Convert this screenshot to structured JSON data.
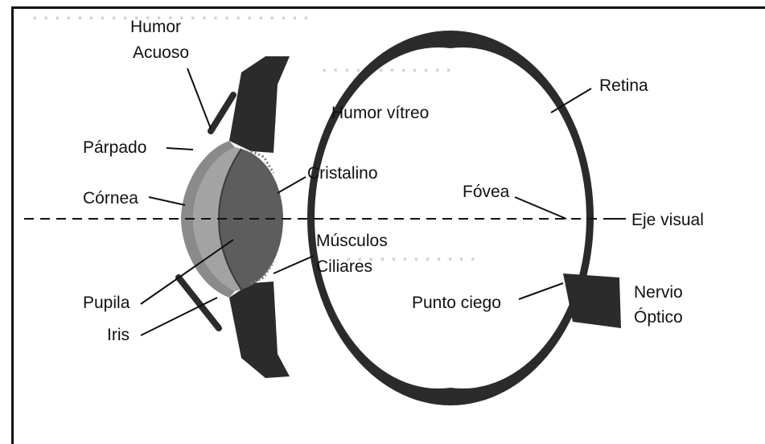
{
  "diagram": {
    "labels": {
      "humor_acuoso_1": "Humor",
      "humor_acuoso_2": "Acuoso",
      "parpado": "Párpado",
      "cornea": "Córnea",
      "pupila": "Pupila",
      "iris": "Iris",
      "humor_vitreo": "Humor vítreo",
      "cristalino": "Cristalino",
      "musculos_1": "Músculos",
      "musculos_2": "Ciliares",
      "retina": "Retina",
      "fovea": "Fóvea",
      "eje_visual": "Eje visual",
      "punto_ciego": "Punto ciego",
      "nervio_1": "Nervio",
      "nervio_2": "Óptico"
    },
    "colors": {
      "eye_wall": "#2b2b2b",
      "lens": "#5d5d5d",
      "cornea": "#8a8a8a",
      "aqueous": "#a9a9a9",
      "ink": "#111111"
    }
  }
}
